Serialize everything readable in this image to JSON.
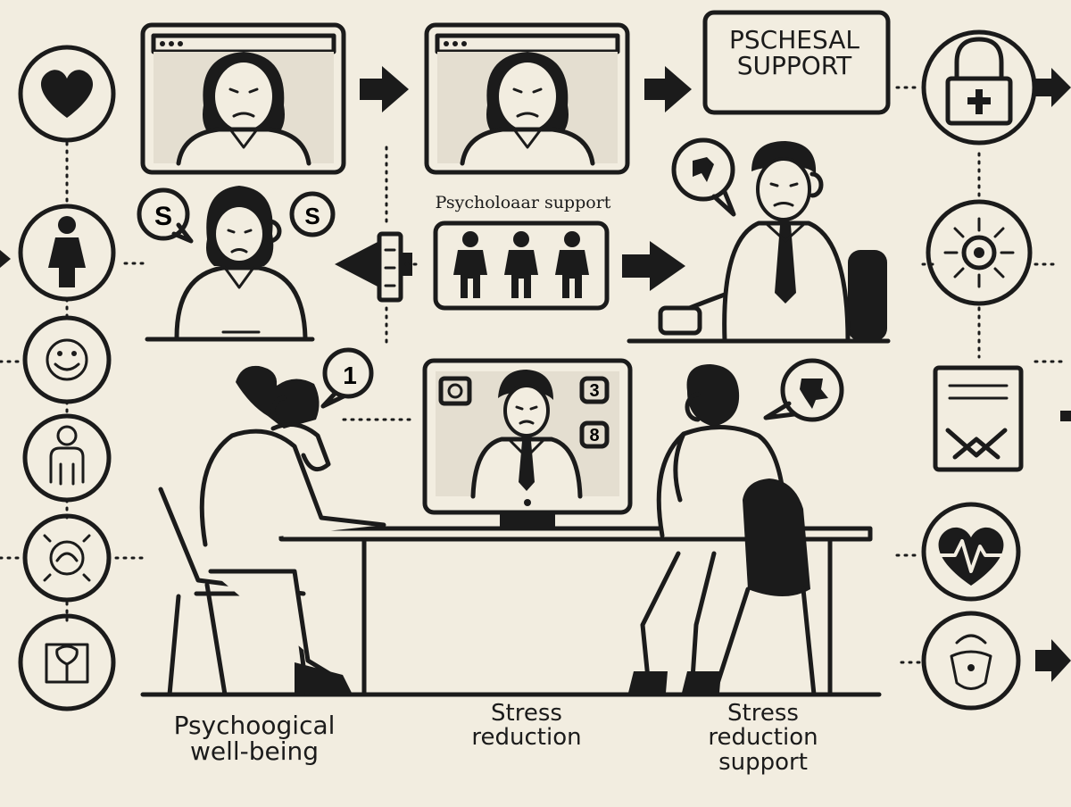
{
  "diagram": {
    "top_box_label_lines": [
      "PSCHESAL",
      "SUPPORT"
    ],
    "middle_label": "Psycholoaar support",
    "bottom_labels": [
      {
        "lines": [
          "Psychoogical",
          "well-being"
        ]
      },
      {
        "lines": [
          "Stress",
          "reduction"
        ]
      },
      {
        "lines": [
          "Stress",
          "reduction",
          "support"
        ]
      }
    ],
    "speech_bubble_glyphs": [
      "S",
      "S",
      "1"
    ],
    "left_icons": [
      "heart-icon",
      "person-icon",
      "face-icon",
      "person-outline-icon",
      "emotion-icon",
      "tree-icon"
    ],
    "right_icons": [
      "lock-icon",
      "sun-icon",
      "gift-card-icon",
      "heartbeat-icon",
      "hand-icon"
    ],
    "colors": {
      "background": "#f2ede0",
      "ink": "#1b1b1b"
    }
  }
}
